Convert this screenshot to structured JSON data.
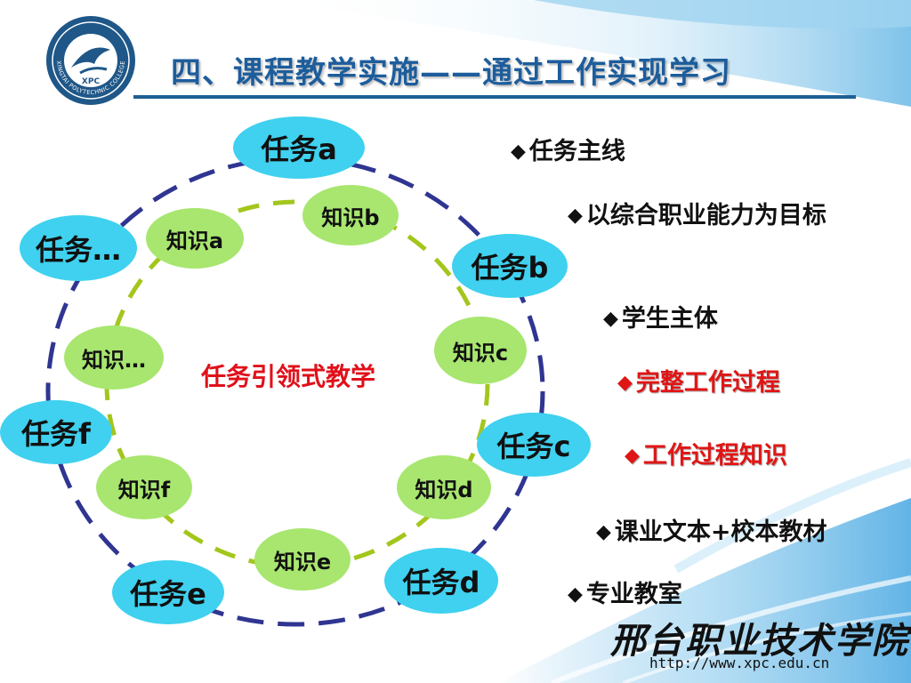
{
  "title": "四、课程教学实施——通过工作实现学习",
  "logo": {
    "ring_text": "XINGTAI POLYTECHNIC COLLEGE",
    "initials": "XPC"
  },
  "center_label": "任务引领式教学",
  "tasks": [
    "任务a",
    "任务b",
    "任务c",
    "任务d",
    "任务e",
    "任务f",
    "任务…"
  ],
  "knowledge": [
    "知识a",
    "知识b",
    "知识c",
    "知识d",
    "知识e",
    "知识f",
    "知识…"
  ],
  "bullets": [
    {
      "text": "任务主线",
      "style": "normal"
    },
    {
      "text": "以综合职业能力为目标",
      "style": "normal"
    },
    {
      "text": "学生主体",
      "style": "normal"
    },
    {
      "text": "完整工作过程",
      "style": "red"
    },
    {
      "text": "工作过程知识",
      "style": "red"
    },
    {
      "text": "课业文本+校本教材",
      "style": "normal"
    },
    {
      "text": "专业教室",
      "style": "normal"
    }
  ],
  "diamond": "◆",
  "footer": {
    "brand": "邢台职业技术学院",
    "url": "http://www.xpc.edu.cn"
  },
  "colors": {
    "task_fill": "#3fd1ef",
    "knowledge_fill": "#a8e66f",
    "outer_ring": "#2f3591",
    "inner_ring": "#a3c61c",
    "title": "#1d5d9c",
    "accent_red": "#e01515"
  }
}
